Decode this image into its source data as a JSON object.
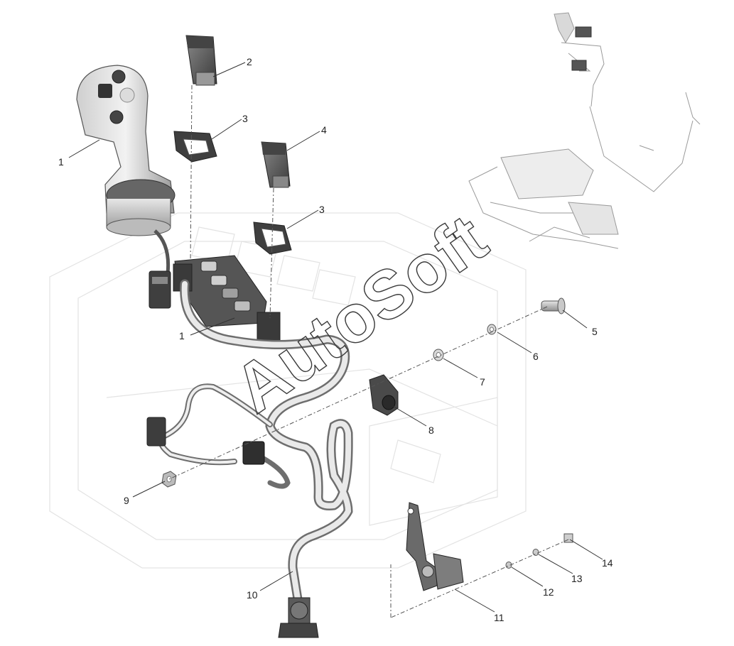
{
  "watermark": "AutoSoft",
  "callouts": [
    {
      "id": "c1a",
      "label": "1"
    },
    {
      "id": "c2",
      "label": "2"
    },
    {
      "id": "c3a",
      "label": "3"
    },
    {
      "id": "c4",
      "label": "4"
    },
    {
      "id": "c3b",
      "label": "3"
    },
    {
      "id": "c1b",
      "label": "1"
    },
    {
      "id": "c5",
      "label": "5"
    },
    {
      "id": "c6",
      "label": "6"
    },
    {
      "id": "c7",
      "label": "7"
    },
    {
      "id": "c8",
      "label": "8"
    },
    {
      "id": "c9",
      "label": "9"
    },
    {
      "id": "c10",
      "label": "10"
    },
    {
      "id": "c11",
      "label": "11"
    },
    {
      "id": "c12",
      "label": "12"
    },
    {
      "id": "c13",
      "label": "13"
    },
    {
      "id": "c14",
      "label": "14"
    }
  ]
}
